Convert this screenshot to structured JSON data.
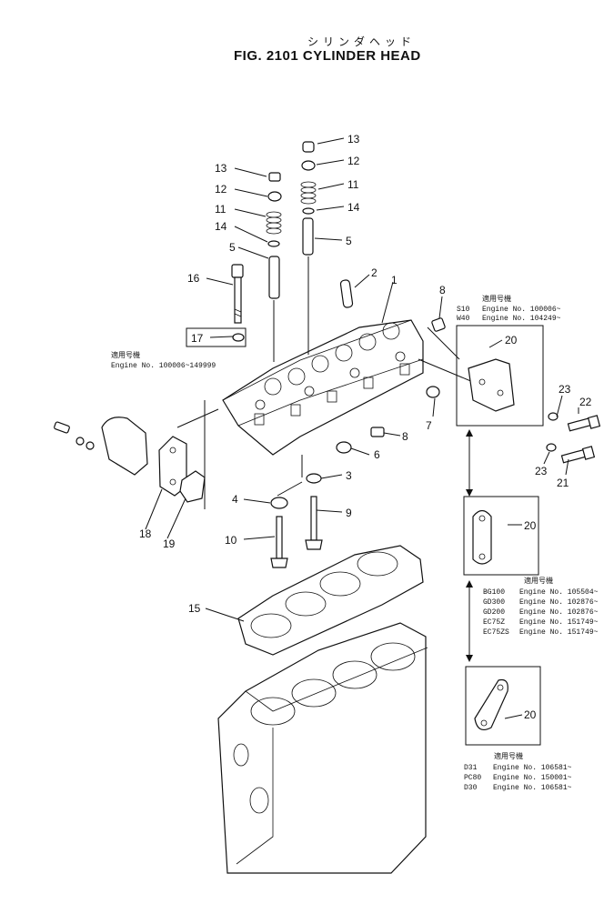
{
  "title": {
    "japanese": "シリンダヘッド",
    "main": "FIG. 2101  CYLINDER HEAD"
  },
  "callouts": {
    "n1": "1",
    "n2": "2",
    "n3": "3",
    "n4": "4",
    "n5": "5",
    "n6": "6",
    "n7": "7",
    "n8": "8",
    "n9": "9",
    "n10": "10",
    "n11": "11",
    "n12": "12",
    "n13": "13",
    "n14": "14",
    "n15": "15",
    "n16": "16",
    "n17": "17",
    "n18": "18",
    "n19": "19",
    "n20": "20",
    "n21": "21",
    "n22": "22",
    "n23": "23"
  },
  "notes": {
    "heading": "適用号機",
    "note17": {
      "line1": "Engine  No. 100006~149999"
    },
    "bracket_top": {
      "rows": [
        {
          "model": "S10",
          "text": "Engine  No. 100006~"
        },
        {
          "model": "W40",
          "text": "Engine  No. 104249~"
        }
      ]
    },
    "bracket_mid": {
      "rows": [
        {
          "model": "BG100",
          "text": "Engine  No. 105504~"
        },
        {
          "model": "GD300",
          "text": "Engine  No. 102876~"
        },
        {
          "model": "GD200",
          "text": "Engine  No. 102876~"
        },
        {
          "model": "EC75Z",
          "text": "Engine  No. 151749~"
        },
        {
          "model": "EC75ZS",
          "text": "Engine  No. 151749~"
        }
      ]
    },
    "bracket_bottom": {
      "rows": [
        {
          "model": "D31",
          "text": "Engine  No. 106581~"
        },
        {
          "model": "PC80",
          "text": "Engine  No. 150001~"
        },
        {
          "model": "D30",
          "text": "Engine  No. 106581~"
        }
      ]
    }
  }
}
